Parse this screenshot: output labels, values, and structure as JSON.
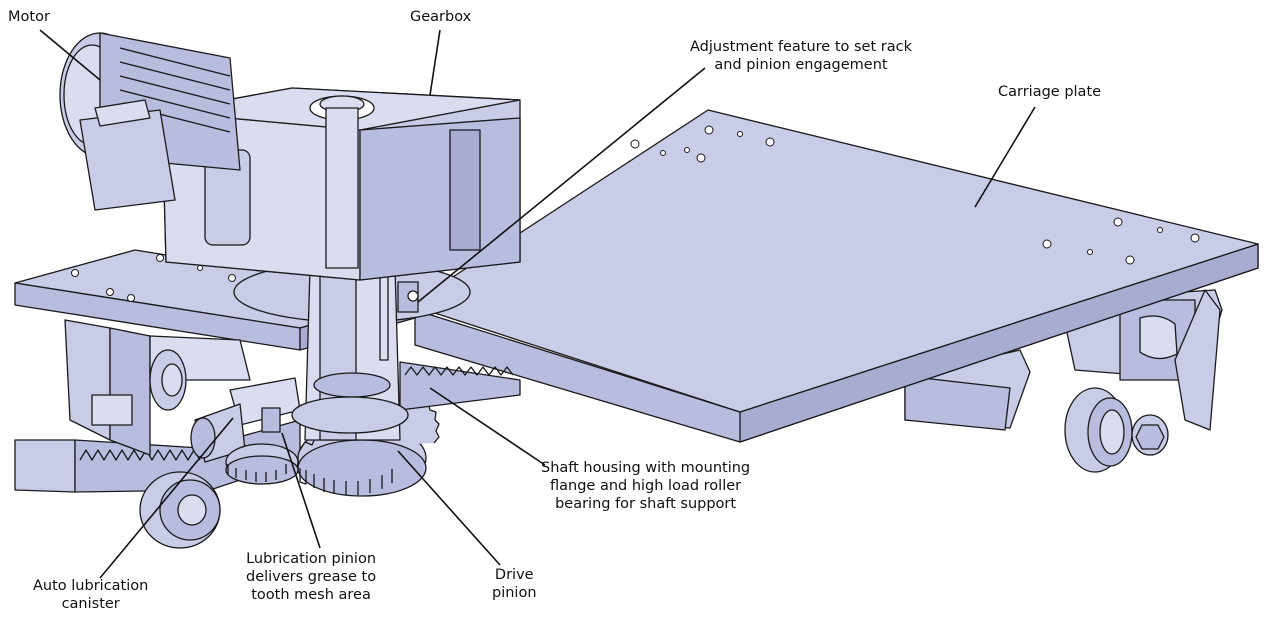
{
  "labels": {
    "motor": "Motor",
    "gearbox": "Gearbox",
    "adjustment": [
      "Adjustment feature to set rack",
      "and pinion engagement"
    ],
    "carriage_plate": "Carriage plate",
    "shaft_housing": [
      "Shaft housing with mounting",
      "flange and high load roller",
      "bearing for shaft support"
    ],
    "drive_pinion": [
      "Drive",
      "pinion"
    ],
    "lubrication_pinion": [
      "Lubrication pinion",
      "delivers grease to",
      "tooth mesh area"
    ],
    "auto_lubrication": [
      "Auto lubrication",
      "canister"
    ]
  },
  "colors": {
    "part_fill": "#c8cce6",
    "part_light": "#dadcf0",
    "part_dark": "#a7acd0",
    "outline": "#1a1a1a",
    "leader": "#111111"
  }
}
